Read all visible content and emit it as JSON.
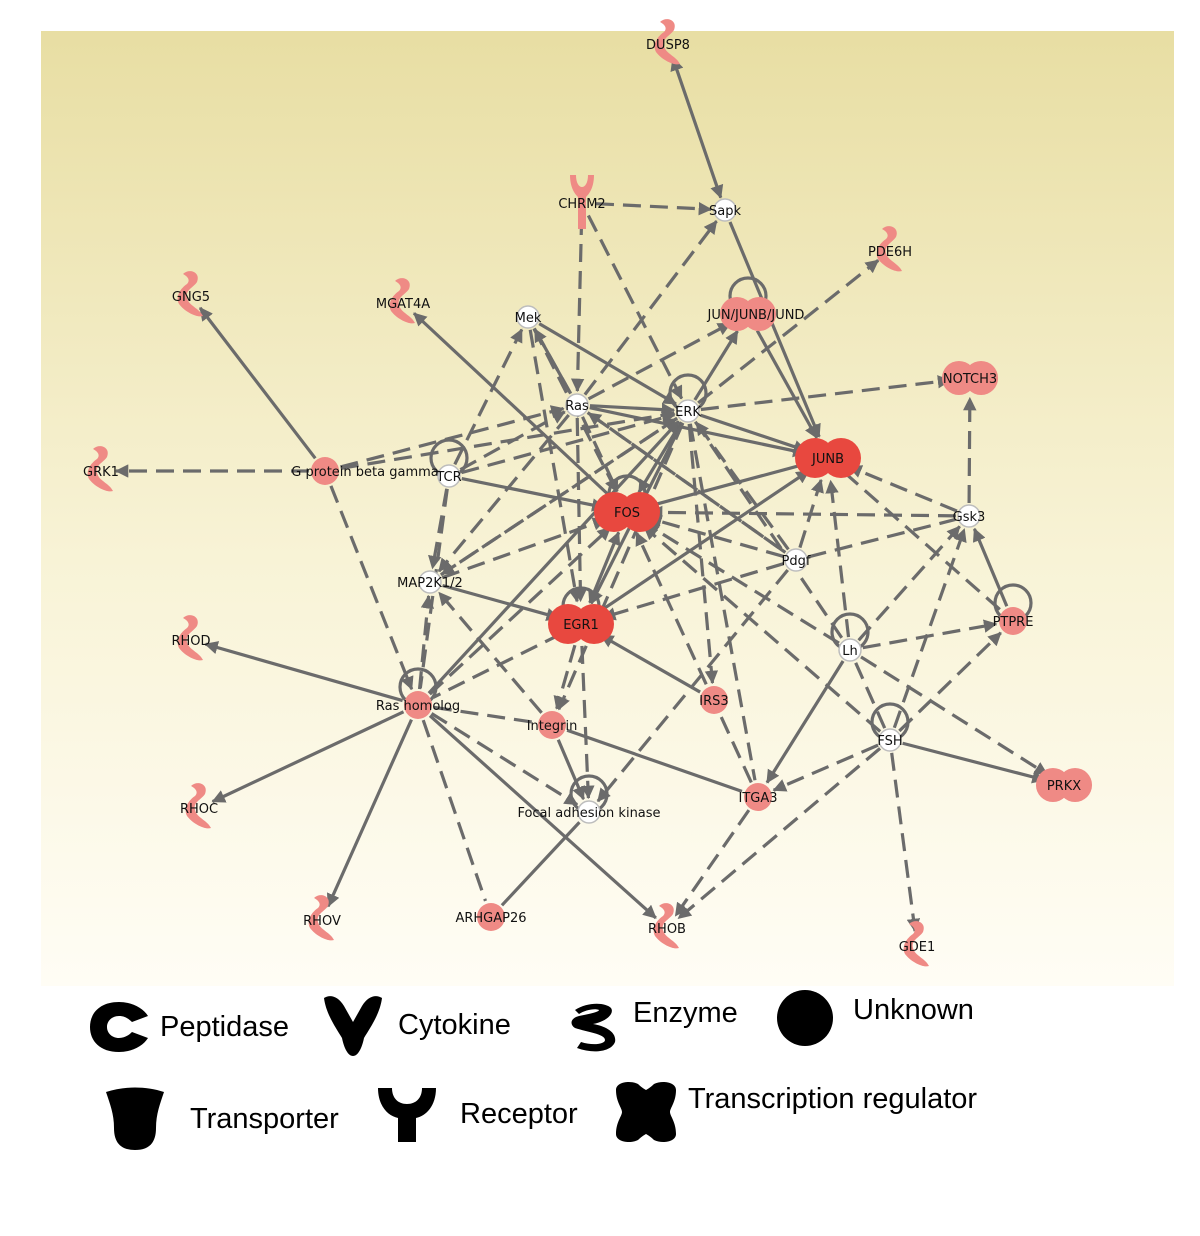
{
  "colors": {
    "panel_top": "#e8dea3",
    "panel_bottom": "#fffdf5",
    "focus_node": "#e8483f",
    "light_node": "#ef8a85",
    "neutral_node": "#ffffff",
    "edge": "#6b6b6b"
  },
  "nodes": [
    {
      "id": "DUSP8",
      "label": "DUSP8",
      "shape": "enzyme-icon",
      "color": "light"
    },
    {
      "id": "CHRM2",
      "label": "CHRM2",
      "shape": "receptor-icon",
      "color": "light"
    },
    {
      "id": "Sapk",
      "label": "Sapk",
      "shape": "circle",
      "color": "neutral"
    },
    {
      "id": "PDE6H",
      "label": "PDE6H",
      "shape": "enzyme-icon",
      "color": "light"
    },
    {
      "id": "GNG5",
      "label": "GNG5",
      "shape": "enzyme-icon",
      "color": "light"
    },
    {
      "id": "MGAT4A",
      "label": "MGAT4A",
      "shape": "enzyme-icon",
      "color": "light"
    },
    {
      "id": "Mek",
      "label": "Mek",
      "shape": "circle",
      "color": "neutral"
    },
    {
      "id": "JUNX",
      "label": "JUN/JUNB/JUND",
      "shape": "transcription-regulator",
      "color": "light"
    },
    {
      "id": "NOTCH3",
      "label": "NOTCH3",
      "shape": "transcription-regulator",
      "color": "light"
    },
    {
      "id": "Ras",
      "label": "Ras",
      "shape": "circle",
      "color": "neutral"
    },
    {
      "id": "ERK",
      "label": "ERK",
      "shape": "circle",
      "color": "neutral"
    },
    {
      "id": "GRK1",
      "label": "GRK1",
      "shape": "enzyme-icon",
      "color": "light"
    },
    {
      "id": "Gprot",
      "label": "G protein beta gamma",
      "shape": "circle",
      "color": "light"
    },
    {
      "id": "TCR",
      "label": "TCR",
      "shape": "circle",
      "color": "neutral"
    },
    {
      "id": "JUNB",
      "label": "JUNB",
      "shape": "transcription-regulator",
      "color": "focus"
    },
    {
      "id": "FOS",
      "label": "FOS",
      "shape": "transcription-regulator",
      "color": "focus"
    },
    {
      "id": "Gsk3",
      "label": "Gsk3",
      "shape": "circle",
      "color": "neutral"
    },
    {
      "id": "Pdgf",
      "label": "Pdgf",
      "shape": "circle",
      "color": "neutral"
    },
    {
      "id": "MAP2K",
      "label": "MAP2K1/2",
      "shape": "circle",
      "color": "neutral"
    },
    {
      "id": "EGR1",
      "label": "EGR1",
      "shape": "transcription-regulator",
      "color": "focus"
    },
    {
      "id": "RHOD",
      "label": "RHOD",
      "shape": "enzyme-icon",
      "color": "light"
    },
    {
      "id": "PTPRE",
      "label": "PTPRE",
      "shape": "circle",
      "color": "light"
    },
    {
      "id": "Lh",
      "label": "Lh",
      "shape": "circle",
      "color": "neutral"
    },
    {
      "id": "RasHom",
      "label": "Ras homolog",
      "shape": "circle",
      "color": "light"
    },
    {
      "id": "IRS3",
      "label": "IRS3",
      "shape": "circle",
      "color": "light"
    },
    {
      "id": "Integrin",
      "label": "Integrin",
      "shape": "circle",
      "color": "light"
    },
    {
      "id": "FSH",
      "label": "FSH",
      "shape": "circle",
      "color": "neutral"
    },
    {
      "id": "RHOC",
      "label": "RHOC",
      "shape": "enzyme-icon",
      "color": "light"
    },
    {
      "id": "ITGA3",
      "label": "ITGA3",
      "shape": "circle",
      "color": "light"
    },
    {
      "id": "PRKX",
      "label": "PRKX",
      "shape": "transcription-regulator",
      "color": "light"
    },
    {
      "id": "FAK",
      "label": "Focal adhesion kinase",
      "shape": "circle",
      "color": "neutral"
    },
    {
      "id": "RHOV",
      "label": "RHOV",
      "shape": "enzyme-icon",
      "color": "light"
    },
    {
      "id": "ARHGAP26",
      "label": "ARHGAP26",
      "shape": "circle",
      "color": "light"
    },
    {
      "id": "RHOB",
      "label": "RHOB",
      "shape": "enzyme-icon",
      "color": "light"
    },
    {
      "id": "GDE1",
      "label": "GDE1",
      "shape": "enzyme-icon",
      "color": "light"
    }
  ],
  "edges": [
    {
      "from": "Sapk",
      "to": "DUSP8",
      "style": "solid",
      "arrows": "both"
    },
    {
      "from": "CHRM2",
      "to": "Sapk",
      "style": "dashed",
      "arrows": "end"
    },
    {
      "from": "CHRM2",
      "to": "Ras",
      "style": "dashed",
      "arrows": "end"
    },
    {
      "from": "CHRM2",
      "to": "ERK",
      "style": "dashed",
      "arrows": "end"
    },
    {
      "from": "Sapk",
      "to": "JUNB",
      "style": "solid",
      "arrows": "end"
    },
    {
      "from": "Ras",
      "to": "Sapk",
      "style": "dashed",
      "arrows": "end"
    },
    {
      "from": "ERK",
      "to": "PDE6H",
      "style": "dashed",
      "arrows": "end"
    },
    {
      "from": "Gprot",
      "to": "GNG5",
      "style": "solid",
      "arrows": "end"
    },
    {
      "from": "FOS",
      "to": "MGAT4A",
      "style": "solid",
      "arrows": "end"
    },
    {
      "from": "Mek",
      "to": "ERK",
      "style": "solid",
      "arrows": "end"
    },
    {
      "from": "Mek",
      "to": "Ras",
      "style": "solid",
      "arrows": "none"
    },
    {
      "from": "Mek",
      "to": "EGR1",
      "style": "dashed",
      "arrows": "end"
    },
    {
      "from": "Mek",
      "to": "FOS",
      "style": "dashed",
      "arrows": "end"
    },
    {
      "from": "JUNX",
      "to": "JUNB",
      "style": "solid",
      "arrows": "end"
    },
    {
      "from": "ERK",
      "to": "JUNX",
      "style": "solid",
      "arrows": "end"
    },
    {
      "from": "Ras",
      "to": "JUNX",
      "style": "dashed",
      "arrows": "end"
    },
    {
      "from": "ERK",
      "to": "NOTCH3",
      "style": "dashed",
      "arrows": "end"
    },
    {
      "from": "Gsk3",
      "to": "NOTCH3",
      "style": "dashed",
      "arrows": "end"
    },
    {
      "from": "Ras",
      "to": "ERK",
      "style": "solid",
      "arrows": "end"
    },
    {
      "from": "Ras",
      "to": "FOS",
      "style": "dashed",
      "arrows": "end"
    },
    {
      "from": "Ras",
      "to": "EGR1",
      "style": "dashed",
      "arrows": "end"
    },
    {
      "from": "Ras",
      "to": "MAP2K",
      "style": "dashed",
      "arrows": "end"
    },
    {
      "from": "Ras",
      "to": "Mek",
      "style": "dashed",
      "arrows": "end"
    },
    {
      "from": "Ras",
      "to": "Pdgf",
      "style": "dashed",
      "arrows": "none"
    },
    {
      "from": "Ras",
      "to": "JUNB",
      "style": "solid",
      "arrows": "end"
    },
    {
      "from": "ERK",
      "to": "JUNB",
      "style": "solid",
      "arrows": "end"
    },
    {
      "from": "ERK",
      "to": "FOS",
      "style": "solid",
      "arrows": "end"
    },
    {
      "from": "ERK",
      "to": "EGR1",
      "style": "solid",
      "arrows": "end"
    },
    {
      "from": "ERK",
      "to": "IRS3",
      "style": "dashed",
      "arrows": "end"
    },
    {
      "from": "ERK",
      "to": "ITGA3",
      "style": "dashed",
      "arrows": "none"
    },
    {
      "from": "ERK",
      "to": "Lh",
      "style": "dashed",
      "arrows": "none"
    },
    {
      "from": "ERK",
      "to": "Integrin",
      "style": "dashed",
      "arrows": "end"
    },
    {
      "from": "ERK",
      "to": "MAP2K",
      "style": "dashed",
      "arrows": "end"
    },
    {
      "from": "Gprot",
      "to": "GRK1",
      "style": "dashed",
      "arrows": "end"
    },
    {
      "from": "Gprot",
      "to": "Ras",
      "style": "dashed",
      "arrows": "end"
    },
    {
      "from": "Gprot",
      "to": "ERK",
      "style": "dashed",
      "arrows": "end"
    },
    {
      "from": "Gprot",
      "to": "RasHom",
      "style": "dashed",
      "arrows": "end"
    },
    {
      "from": "TCR",
      "to": "Ras",
      "style": "dashed",
      "arrows": "end"
    },
    {
      "from": "TCR",
      "to": "ERK",
      "style": "dashed",
      "arrows": "end"
    },
    {
      "from": "TCR",
      "to": "FOS",
      "style": "solid",
      "arrows": "end"
    },
    {
      "from": "TCR",
      "to": "MAP2K",
      "style": "dashed",
      "arrows": "end"
    },
    {
      "from": "TCR",
      "to": "RasHom",
      "style": "dashed",
      "arrows": "none"
    },
    {
      "from": "TCR",
      "to": "Mek",
      "style": "dashed",
      "arrows": "end"
    },
    {
      "from": "FOS",
      "to": "JUNB",
      "style": "solid",
      "arrows": "none"
    },
    {
      "from": "FOS",
      "to": "EGR1",
      "style": "solid",
      "arrows": "both"
    },
    {
      "from": "EGR1",
      "to": "JUNB",
      "style": "solid",
      "arrows": "end"
    },
    {
      "from": "Gsk3",
      "to": "JUNB",
      "style": "dashed",
      "arrows": "end"
    },
    {
      "from": "Gsk3",
      "to": "FOS",
      "style": "dashed",
      "arrows": "end"
    },
    {
      "from": "Pdgf",
      "to": "JUNB",
      "style": "dashed",
      "arrows": "end"
    },
    {
      "from": "Pdgf",
      "to": "FOS",
      "style": "dashed",
      "arrows": "end"
    },
    {
      "from": "Pdgf",
      "to": "EGR1",
      "style": "dashed",
      "arrows": "end"
    },
    {
      "from": "Pdgf",
      "to": "ERK",
      "style": "dashed",
      "arrows": "end"
    },
    {
      "from": "Pdgf",
      "to": "Gsk3",
      "style": "dashed",
      "arrows": "none"
    },
    {
      "from": "Pdgf",
      "to": "FAK",
      "style": "dashed",
      "arrows": "end"
    },
    {
      "from": "Pdgf",
      "to": "Ras",
      "style": "dashed",
      "arrows": "end"
    },
    {
      "from": "MAP2K",
      "to": "FOS",
      "style": "dashed",
      "arrows": "end"
    },
    {
      "from": "MAP2K",
      "to": "EGR1",
      "style": "solid",
      "arrows": "end"
    },
    {
      "from": "MAP2K",
      "to": "ERK",
      "style": "dashed",
      "arrows": "end"
    },
    {
      "from": "EGR1",
      "to": "Integrin",
      "style": "dashed",
      "arrows": "end"
    },
    {
      "from": "EGR1",
      "to": "FAK",
      "style": "dashed",
      "arrows": "end"
    },
    {
      "from": "EGR1",
      "to": "RasHom",
      "style": "dashed",
      "arrows": "none"
    },
    {
      "from": "IRS3",
      "to": "EGR1",
      "style": "solid",
      "arrows": "end"
    },
    {
      "from": "RasHom",
      "to": "RHOD",
      "style": "solid",
      "arrows": "end"
    },
    {
      "from": "RasHom",
      "to": "RHOC",
      "style": "solid",
      "arrows": "end"
    },
    {
      "from": "RasHom",
      "to": "RHOV",
      "style": "solid",
      "arrows": "end"
    },
    {
      "from": "RasHom",
      "to": "RHOB",
      "style": "solid",
      "arrows": "end"
    },
    {
      "from": "RasHom",
      "to": "ARHGAP26",
      "style": "dashed",
      "arrows": "none"
    },
    {
      "from": "RasHom",
      "to": "FAK",
      "style": "dashed",
      "arrows": "end"
    },
    {
      "from": "RasHom",
      "to": "Integrin",
      "style": "dashed",
      "arrows": "none"
    },
    {
      "from": "RasHom",
      "to": "ERK",
      "style": "solid",
      "arrows": "end"
    },
    {
      "from": "RasHom",
      "to": "FOS",
      "style": "dashed",
      "arrows": "end"
    },
    {
      "from": "RasHom",
      "to": "MAP2K",
      "style": "dashed",
      "arrows": "end"
    },
    {
      "from": "ARHGAP26",
      "to": "FAK",
      "style": "solid",
      "arrows": "none"
    },
    {
      "from": "Integrin",
      "to": "FAK",
      "style": "solid",
      "arrows": "end"
    },
    {
      "from": "Integrin",
      "to": "ITGA3",
      "style": "solid",
      "arrows": "none"
    },
    {
      "from": "Integrin",
      "to": "MAP2K",
      "style": "dashed",
      "arrows": "end"
    },
    {
      "from": "ITGA3",
      "to": "RHOB",
      "style": "dashed",
      "arrows": "end"
    },
    {
      "from": "FSH",
      "to": "RHOB",
      "style": "dashed",
      "arrows": "end"
    },
    {
      "from": "FSH",
      "to": "GDE1",
      "style": "dashed",
      "arrows": "end"
    },
    {
      "from": "FSH",
      "to": "ITGA3",
      "style": "dashed",
      "arrows": "end"
    },
    {
      "from": "FSH",
      "to": "PTPRE",
      "style": "dashed",
      "arrows": "end"
    },
    {
      "from": "FSH",
      "to": "PRKX",
      "style": "solid",
      "arrows": "end"
    },
    {
      "from": "FSH",
      "to": "Gsk3",
      "style": "dashed",
      "arrows": "end"
    },
    {
      "from": "FSH",
      "to": "FOS",
      "style": "dashed",
      "arrows": "end"
    },
    {
      "from": "FSH",
      "to": "Lh",
      "style": "dashed",
      "arrows": "none"
    },
    {
      "from": "Lh",
      "to": "PTPRE",
      "style": "dashed",
      "arrows": "end"
    },
    {
      "from": "Lh",
      "to": "ITGA3",
      "style": "solid",
      "arrows": "end"
    },
    {
      "from": "Lh",
      "to": "JUNB",
      "style": "dashed",
      "arrows": "end"
    },
    {
      "from": "Lh",
      "to": "FOS",
      "style": "dashed",
      "arrows": "end"
    },
    {
      "from": "Lh",
      "to": "Gsk3",
      "style": "dashed",
      "arrows": "end"
    },
    {
      "from": "Lh",
      "to": "PRKX",
      "style": "dashed",
      "arrows": "end"
    },
    {
      "from": "PTPRE",
      "to": "Gsk3",
      "style": "solid",
      "arrows": "end"
    },
    {
      "from": "JUNB",
      "to": "PTPRE",
      "style": "dashed",
      "arrows": "none"
    },
    {
      "from": "ITGA3",
      "to": "FOS",
      "style": "dashed",
      "arrows": "end"
    }
  ],
  "self_loops": [
    "JUNX",
    "ERK",
    "TCR",
    "FOS",
    "EGR1",
    "RasHom",
    "FAK",
    "Lh",
    "PTPRE",
    "FSH"
  ],
  "legend": [
    {
      "icon": "peptidase-icon",
      "label": "Peptidase"
    },
    {
      "icon": "cytokine-icon",
      "label": "Cytokine"
    },
    {
      "icon": "enzyme-icon",
      "label": "Enzyme"
    },
    {
      "icon": "unknown-icon",
      "label": "Unknown"
    },
    {
      "icon": "transporter-icon",
      "label": "Transporter"
    },
    {
      "icon": "receptor-icon",
      "label": "Receptor"
    },
    {
      "icon": "transcription-regulator-icon",
      "label": "Transcription regulator"
    }
  ]
}
